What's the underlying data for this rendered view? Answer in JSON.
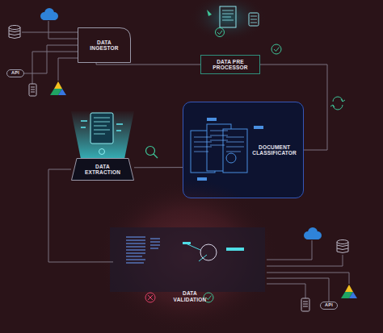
{
  "diagram": {
    "nodes": [
      {
        "text": [
          "DATA INGESTOR"
        ]
      },
      {
        "text": [
          "DATA PRE PROCESSOR"
        ]
      },
      {
        "text": [
          "API"
        ]
      },
      {
        "text": [
          "DOCUMENT CLASSIFICATOR"
        ]
      },
      {
        "text": [
          "DATA EXTRACTION"
        ]
      },
      {
        "text": [
          "DATA VALIDATION"
        ]
      },
      {
        "text": [
          "API"
        ]
      }
    ],
    "edges": [
      {
        "from": 2,
        "to": 0,
        "arrow": "none"
      },
      {
        "from": 0,
        "to": 1,
        "arrow": "none"
      },
      {
        "from": 1,
        "to": 3,
        "arrow": "none"
      },
      {
        "from": 3,
        "to": 4,
        "arrow": "none"
      },
      {
        "from": 4,
        "to": 5,
        "arrow": "none"
      },
      {
        "from": 5,
        "to": 6,
        "arrow": "none"
      }
    ]
  }
}
